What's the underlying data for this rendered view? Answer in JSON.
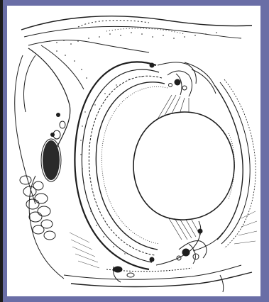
{
  "figure": {
    "subject": "anatomical-eye-cross-section",
    "style": "black-and-white-line-drawing"
  },
  "colors": {
    "border": "#6a6ea6",
    "left_strip": "#1c1c1c",
    "paper": "#ffffff",
    "ink": "#1e1e1e"
  },
  "icons": {
    "illustration": "eye-anatomy-illustration"
  }
}
